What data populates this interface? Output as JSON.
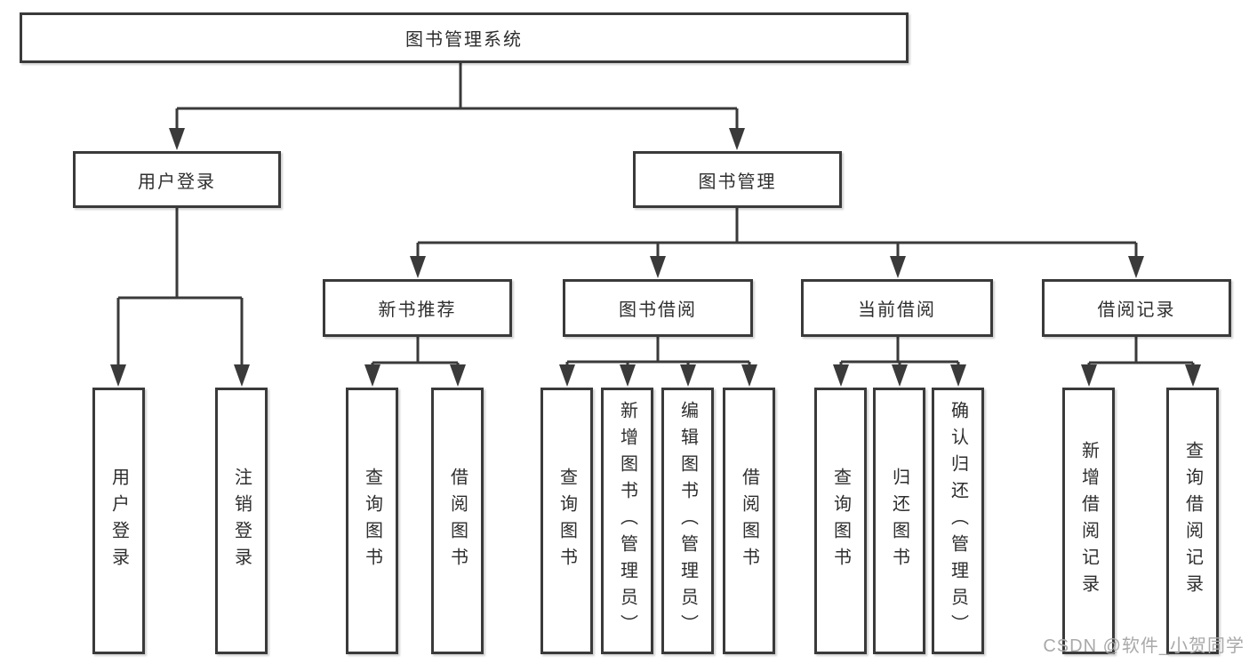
{
  "diagram": {
    "title_node": "图书管理系统",
    "level2": [
      "用户登录",
      "图书管理"
    ],
    "level3": [
      "新书推荐",
      "图书借阅",
      "当前借阅",
      "借阅记录"
    ],
    "leaves": {
      "user_login": [
        "用户登录",
        "注销登录"
      ],
      "new_book": [
        "查询图书",
        "借阅图书"
      ],
      "book_borrow": [
        "查询图书",
        "新增图书（管理员）",
        "编辑图书（管理员）",
        "借阅图书"
      ],
      "current_borrow": [
        "查询图书",
        "归还图书",
        "确认归还（管理员）"
      ],
      "borrow_record": [
        "新增借阅记录",
        "查询借阅记录"
      ]
    },
    "watermark": "CSDN @软件_小贺同学",
    "colors": {
      "line": "#3a3a3a",
      "text": "#2e2e2e",
      "watermark": "#a9a9a9",
      "background": "#ffffff"
    }
  }
}
